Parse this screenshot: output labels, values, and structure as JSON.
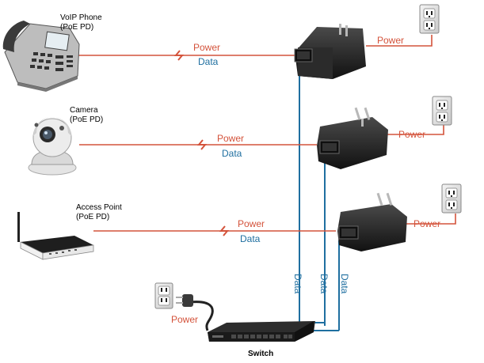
{
  "devices": {
    "phone": {
      "name": "VoIP Phone",
      "role": "(PoE PD)"
    },
    "camera": {
      "name": "Camera",
      "role": "(PoE PD)"
    },
    "access_point": {
      "name": "Access Point",
      "role": "(PoE PD)"
    }
  },
  "links": {
    "row1": {
      "power_label": "Power",
      "data_label": "Data",
      "outlet_power_label": "Power"
    },
    "row2": {
      "power_label": "Power",
      "data_label": "Data",
      "outlet_power_label": "Power"
    },
    "row3": {
      "power_label": "Power",
      "data_label": "Data",
      "outlet_power_label": "Power"
    }
  },
  "uplinks": [
    "Data",
    "Data",
    "Data"
  ],
  "switch": {
    "label": "Switch",
    "power_label": "Power"
  },
  "colors": {
    "power": "#d4533b",
    "data": "#1f6fa0",
    "device_dark": "#1c1c1c"
  },
  "icons": [
    "voip-phone-icon",
    "dome-camera-icon",
    "wireless-router-icon",
    "poe-injector-icon",
    "wall-outlet-icon",
    "network-switch-icon",
    "power-plug-icon"
  ]
}
